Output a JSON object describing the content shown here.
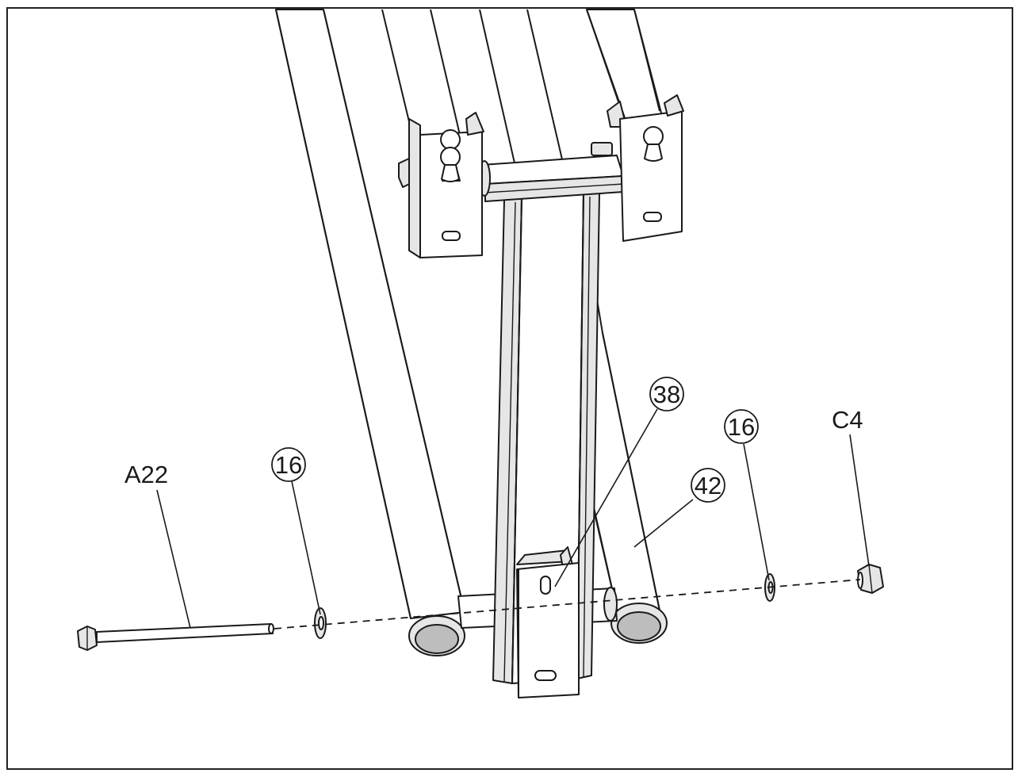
{
  "callouts": {
    "bolt": "A22",
    "washer_left": "16",
    "washer_right": "16",
    "nut": "C4",
    "bracket_part": "38",
    "tube_part": "42"
  }
}
